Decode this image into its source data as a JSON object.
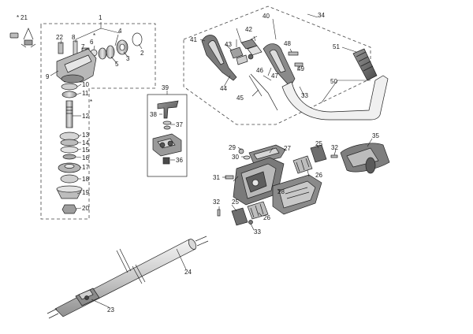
{
  "callouts": {
    "c1": "1",
    "c2": "2",
    "c3": "3",
    "c4": "4",
    "c5": "5",
    "c6": "6",
    "c7": "7",
    "c8": "8",
    "c9": "9",
    "c10": "10",
    "c11": "11",
    "c12": "12",
    "c13": "13",
    "c14": "14",
    "c15": "15",
    "c16": "16",
    "c17": "17",
    "c18": "18",
    "c19": "19",
    "c20": "20",
    "c21": "21",
    "c22": "22",
    "c23": "23",
    "c24": "24",
    "c25a": "25",
    "c25b": "25",
    "c26a": "26",
    "c26b": "26",
    "c27": "27",
    "c28": "28",
    "c29": "29",
    "c30": "30",
    "c31": "31",
    "c32a": "32",
    "c32b": "32",
    "c33a": "33",
    "c33b": "33",
    "c34": "34",
    "c35": "35",
    "c36": "36",
    "c37": "37",
    "c38": "38",
    "c39": "39",
    "c40": "40",
    "c41": "41",
    "c42": "42",
    "c43": "43",
    "c44": "44",
    "c45": "45",
    "c46": "46",
    "c47": "47",
    "c48": "48",
    "c49": "49",
    "c50": "50",
    "c51": "51"
  },
  "asterisks": {
    "a21": "*",
    "a4": "*",
    "a11": "*"
  },
  "colors": {
    "ink": "#1a1a1a",
    "part_fill": "#bdbdbd",
    "part_dark": "#6e6e6e",
    "part_light": "#e2e2e2"
  }
}
